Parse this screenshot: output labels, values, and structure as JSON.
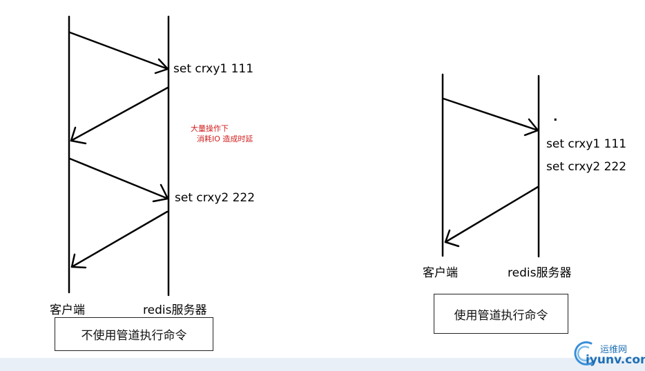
{
  "left_diagram": {
    "messages": [
      "set crxy1 111",
      "set crxy2 222"
    ],
    "note_lines": [
      "大量操作下",
      "消耗IO 造成时延"
    ],
    "client_label": "客户端",
    "server_label": "redis服务器",
    "caption": "不使用管道执行命令"
  },
  "right_diagram": {
    "dot": ".",
    "messages": [
      "set crxy1 111",
      "set crxy2 222"
    ],
    "client_label": "客户端",
    "server_label": "redis服务器",
    "caption": "使用管道执行命令"
  },
  "watermark": {
    "cn": "运维网",
    "en": "iyunv.com"
  },
  "colors": {
    "note": "#d21f1f",
    "watermark": "#1e6fb5",
    "band": "#e9eff6"
  }
}
